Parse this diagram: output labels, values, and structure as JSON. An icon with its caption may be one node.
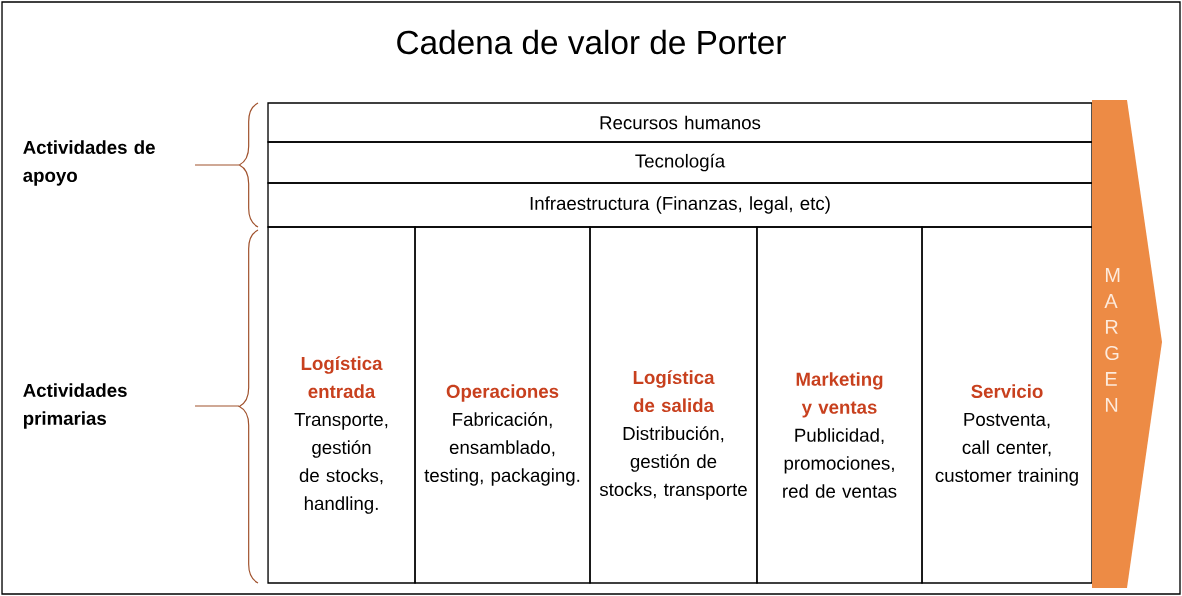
{
  "diagram": {
    "title": "Cadena de valor de Porter",
    "nodes": [
      {
        "text": [
          "Recursos humanos"
        ]
      },
      {
        "text": [
          "Tecnología"
        ]
      },
      {
        "text": [
          "Infraestructura (Finanzas, legal, etc)"
        ]
      },
      {
        "text": [
          "Logística entrada",
          "Transporte, gestión de stocks, handling."
        ]
      },
      {
        "text": [
          "Operaciones",
          "Fabricación, ensamblado, testing, packaging."
        ]
      },
      {
        "text": [
          "Logística de salida",
          "Distribución, gestión de stocks, transporte"
        ]
      },
      {
        "text": [
          "Marketing y ventas",
          "Publicidad, promociones, red de ventas"
        ]
      },
      {
        "text": [
          "Servicio",
          "Postventa, call center, customer training"
        ]
      },
      {
        "text": [
          "M A R G E N"
        ]
      }
    ],
    "labels": [
      "Actividades de apoyo",
      "Actividades primarias"
    ]
  }
}
